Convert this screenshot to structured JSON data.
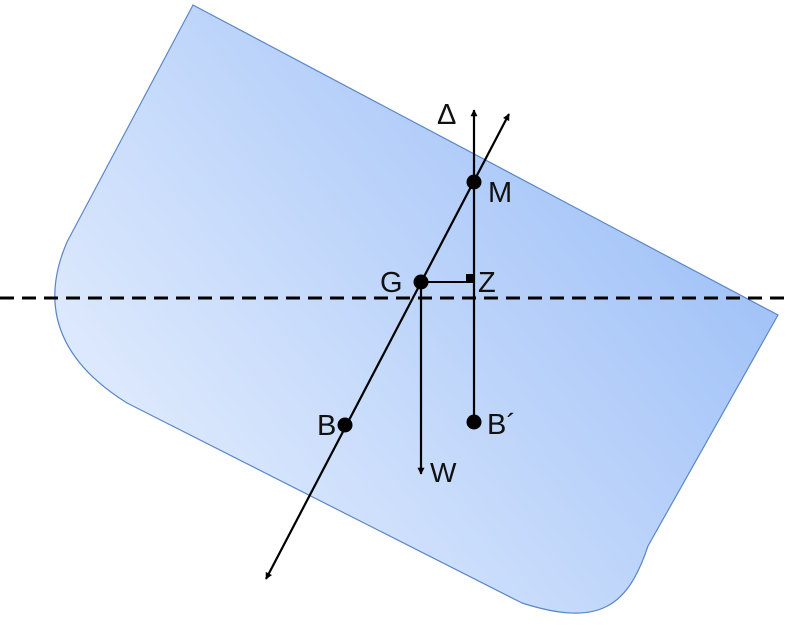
{
  "labels": {
    "displacement": "Δ",
    "metacenter": "M",
    "gravity": "G",
    "z_point": "Z",
    "buoyancy_original": "B",
    "buoyancy_shifted": "B´",
    "weight": "W"
  },
  "colors": {
    "hull_light": "#e9f1fe",
    "hull_dark": "#a4c4f8",
    "hull_edge": "#5b86c8",
    "ink": "#000000"
  },
  "icons": {
    "waterline": "dashed-line",
    "points": "filled-circle",
    "force_arrows": "arrow"
  }
}
